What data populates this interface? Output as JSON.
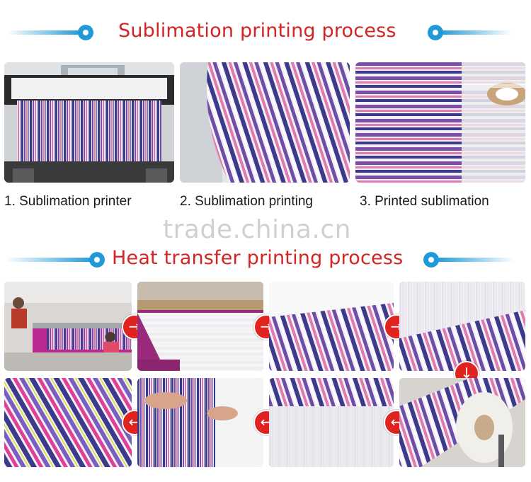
{
  "sections": {
    "sublimation": {
      "title": "Sublimation printing process",
      "captions": [
        "1. Sublimation printer",
        "2. Sublimation printing",
        "3. Printed sublimation"
      ]
    },
    "heat_transfer": {
      "title": "Heat transfer printing process"
    }
  },
  "watermark": "trade.china.cn",
  "arrows": {
    "right": "→",
    "down": "↓",
    "left": "←"
  },
  "colors": {
    "title_red": "#d42424",
    "accent_blue": "#1f9ad8",
    "arrow_red": "#e0231f",
    "stripe_navy": "#3d3a8c",
    "stripe_purple": "#7a4fa8",
    "stripe_pink": "#e07ab0"
  }
}
